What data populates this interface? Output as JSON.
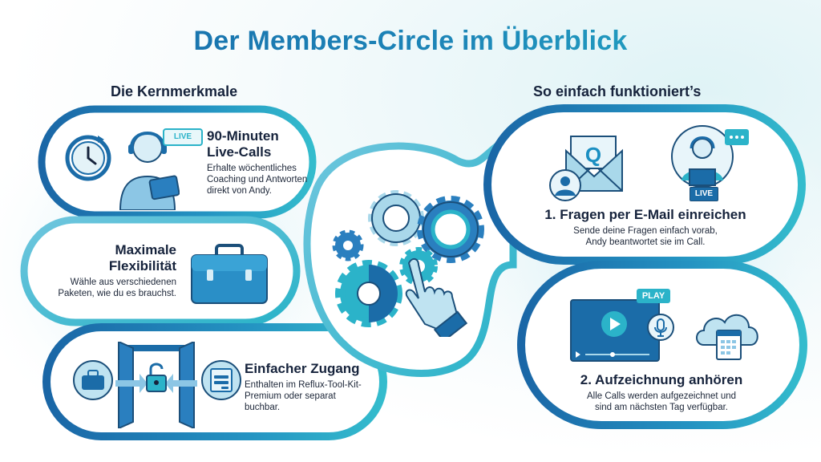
{
  "title": "Der Members-Circle im Überblick",
  "sections": {
    "left_heading": "Die Kernmerkmale",
    "right_heading": "So einfach funktioniert’s"
  },
  "features": [
    {
      "title_line1": "90-Minuten",
      "title_line2": "Live-Calls",
      "text_line1": "Erhalte wöchentliches",
      "text_line2": "Coaching und Antworten",
      "text_line3": "direkt von Andy.",
      "icons": [
        "clock-refresh-icon",
        "headset-person-tablet-icon"
      ],
      "badge": "LIVE"
    },
    {
      "title_line1": "Maximale",
      "title_line2": "Flexibilität",
      "text_line1": "Wähle aus verschiedenen",
      "text_line2": "Paketen, wie du es brauchst.",
      "icons": [
        "toolbox-icon"
      ]
    },
    {
      "title_line1": "Einfacher Zugang",
      "text_line1": "Enthalten im Reflux-Tool-Kit-",
      "text_line2": "Premium oder separat",
      "text_line3": "buchbar.",
      "icons": [
        "toolbox-circle-icon",
        "open-door-icon",
        "unlock-icon",
        "browser-window-icon"
      ]
    }
  ],
  "steps": [
    {
      "title": "1. Fragen per E-Mail einreichen",
      "text_line1": "Sende deine Fragen einfach vorab,",
      "text_line2": "Andy beantwortet sie im Call.",
      "icons": [
        "envelope-q-icon",
        "user-avatar-icon",
        "headset-person-laptop-icon"
      ],
      "badge": "LIVE"
    },
    {
      "title": "2. Aufzeichnung anhören",
      "text_line1": "Alle Calls werden aufgezeichnet und",
      "text_line2": "sind am nächsten Tag verfügbar.",
      "icons": [
        "video-player-icon",
        "microphone-icon",
        "cloud-calendar-icon"
      ],
      "badge": "PLAY"
    }
  ],
  "center": {
    "icons": [
      "gears-icon",
      "pointing-hand-icon"
    ]
  },
  "colors": {
    "dark_blue": "#1b6ca8",
    "teal": "#2bb3c9",
    "light_blue": "#a9d8ea",
    "heading_dark": "#16233c"
  }
}
